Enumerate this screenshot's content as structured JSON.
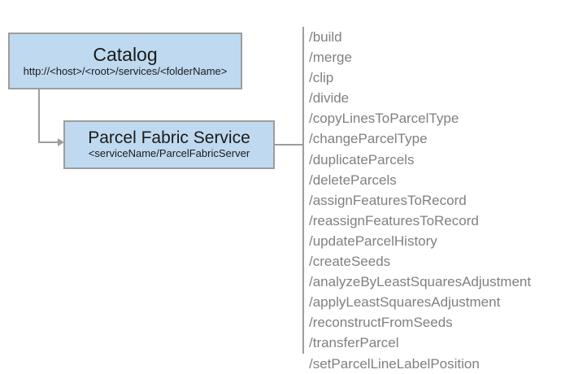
{
  "diagram": {
    "nodes": [
      {
        "id": "catalog",
        "title": "Catalog",
        "subtitle": "http://<host>/<root>/services/<folderName>",
        "fill": "#bfd9f0",
        "border": "#9d9d9d"
      },
      {
        "id": "parcel-fabric-service",
        "title": "Parcel Fabric Service",
        "subtitle": "<serviceName/ParcelFabricServer",
        "fill": "#bfd9f0",
        "border": "#9d9d9d"
      }
    ],
    "connectors": [
      {
        "from": "catalog",
        "to": "parcel-fabric-service",
        "style": "elbow-arrow",
        "color": "#9d9d9d"
      },
      {
        "from": "parcel-fabric-service",
        "to": "operations-rule",
        "style": "line",
        "color": "#9d9d9d"
      }
    ],
    "operations": {
      "rule_color": "#9d9d9d",
      "text_color": "#808080",
      "items": [
        "/build",
        "/merge",
        "/clip",
        "/divide",
        "/copyLinesToParcelType",
        "/changeParcelType",
        "/duplicateParcels",
        "/deleteParcels",
        "/assignFeaturesToRecord",
        "/reassignFeaturesToRecord",
        "/updateParcelHistory",
        "/createSeeds",
        "/analyzeByLeastSquaresAdjustment",
        "/applyLeastSquaresAdjustment",
        "/reconstructFromSeeds",
        "/transferParcel",
        "/setParcelLineLabelPosition"
      ]
    }
  }
}
